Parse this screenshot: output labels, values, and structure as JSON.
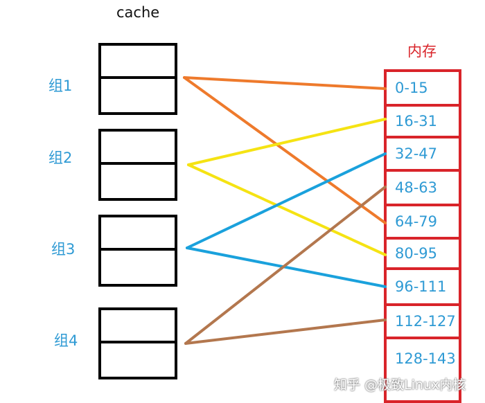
{
  "colors": {
    "label_blue": "#2e9ad4",
    "memory_red": "#d9242a",
    "orange": "#ee7a2c",
    "yellow": "#f5e313",
    "blue": "#1aa1dc",
    "brown": "#b3774e"
  },
  "cache": {
    "title": "cache",
    "groups": [
      {
        "label": "组1"
      },
      {
        "label": "组2"
      },
      {
        "label": "组3"
      },
      {
        "label": "组4"
      }
    ]
  },
  "memory": {
    "title": "内存",
    "blocks": [
      "0-15",
      "16-31",
      "32-47",
      "48-63",
      "64-79",
      "80-95",
      "96-111",
      "112-127",
      "128-143"
    ]
  },
  "mapping": [
    {
      "group": 0,
      "block": 0,
      "color": "orange"
    },
    {
      "group": 0,
      "block": 4,
      "color": "orange"
    },
    {
      "group": 1,
      "block": 1,
      "color": "yellow"
    },
    {
      "group": 1,
      "block": 5,
      "color": "yellow"
    },
    {
      "group": 2,
      "block": 2,
      "color": "blue"
    },
    {
      "group": 2,
      "block": 6,
      "color": "blue"
    },
    {
      "group": 3,
      "block": 3,
      "color": "brown"
    },
    {
      "group": 3,
      "block": 7,
      "color": "brown"
    }
  ],
  "watermark": "知乎 @极致Linux内核"
}
